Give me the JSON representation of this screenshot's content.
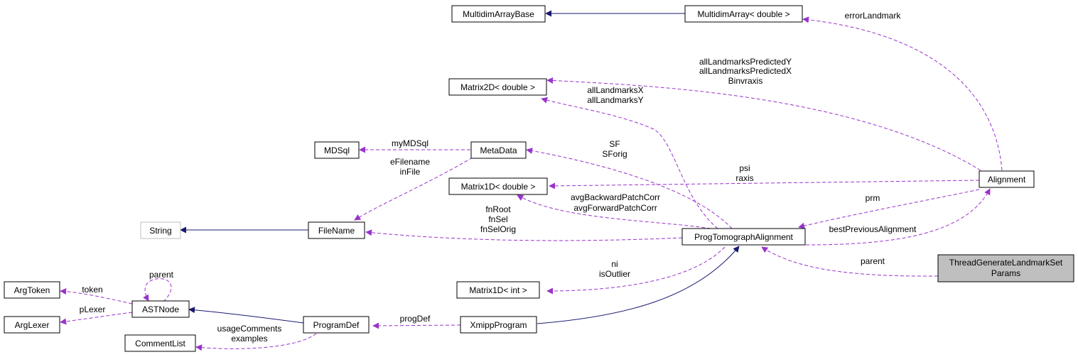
{
  "nodes": {
    "multidimArrayBase": "MultidimArrayBase",
    "multidimArrayDouble": "MultidimArray< double >",
    "matrix2dDouble": "Matrix2D< double >",
    "mdsql": "MDSql",
    "metadata": "MetaData",
    "matrix1dDouble": "Matrix1D< double >",
    "alignment": "Alignment",
    "string": "String",
    "filename": "FileName",
    "progTomographAlignment": "ProgTomographAlignment",
    "threadParams": [
      "ThreadGenerateLandmarkSet",
      "Params"
    ],
    "argToken": "ArgToken",
    "astNode": "ASTNode",
    "matrix1dInt": "Matrix1D< int >",
    "argLexer": "ArgLexer",
    "programDef": "ProgramDef",
    "xmippProgram": "XmippProgram",
    "commentList": "CommentList"
  },
  "edge_labels": {
    "errorLandmark": [
      "errorLandmark"
    ],
    "matrix2dAlignment": [
      "allLandmarksPredictedY",
      "allLandmarksPredictedX",
      "Binvraxis"
    ],
    "matrix2dProg": [
      "allLandmarksX",
      "allLandmarksY"
    ],
    "myMDSql": [
      "myMDSql"
    ],
    "metadataFilename": [
      "eFilename",
      "inFile"
    ],
    "metadataProg": [
      "SF",
      "SForig"
    ],
    "matrix1dAlignment": [
      "psi",
      "raxis"
    ],
    "matrix1dProg": [
      "avgBackwardPatchCorr",
      "avgForwardPatchCorr"
    ],
    "filenameProg": [
      "fnRoot",
      "fnSel",
      "fnSelOrig"
    ],
    "prm": [
      "prm"
    ],
    "bestPrevious": [
      "bestPreviousAlignment"
    ],
    "parent": [
      "parent"
    ],
    "astParent": [
      "parent"
    ],
    "token": [
      "token"
    ],
    "pLexer": [
      "pLexer"
    ],
    "matrix1dIntProg": [
      "ni",
      "isOutlier"
    ],
    "progDef": [
      "progDef"
    ],
    "commentList": [
      "usageComments",
      "examples"
    ]
  },
  "colors": {
    "usage_edge": "#9a32cd",
    "inheritance_edge": "#191970",
    "focus_fill": "#bfbfbf",
    "external_border": "#bfbfbf"
  }
}
